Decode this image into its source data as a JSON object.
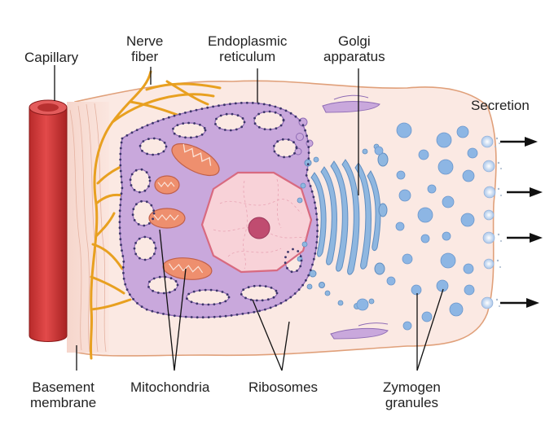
{
  "labels": {
    "capillary": "Capillary",
    "nerve_fiber": [
      "Nerve",
      "fiber"
    ],
    "endoplasmic_reticulum": [
      "Endoplasmic",
      "reticulum"
    ],
    "golgi_apparatus": [
      "Golgi",
      "apparatus"
    ],
    "secretion": "Secretion",
    "basement_membrane": [
      "Basement",
      "membrane"
    ],
    "mitochondria": "Mitochondria",
    "ribosomes": "Ribosomes",
    "zymogen_granules": [
      "Zymogen",
      "granules"
    ]
  },
  "colors": {
    "cell_fill": "#fbe9e3",
    "cell_outline": "#e0a07a",
    "capillary": "#d63a3a",
    "nerve": "#e8a020",
    "er_fill": "#c9a8dc",
    "er_outline": "#8f6cb5",
    "nucleus_fill": "#f8d2d8",
    "nucleus_outline": "#d86a80",
    "nucleolus": "#c04c70",
    "mitochondria": "#ee8f6e",
    "golgi": "#8fb7e0",
    "granules": "#8db6e4",
    "ribosome_dot": "#3b3569"
  }
}
